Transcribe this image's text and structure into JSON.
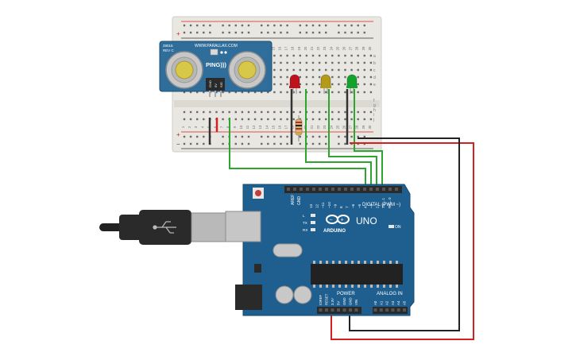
{
  "sensor": {
    "part_number": "28015",
    "revision": "REV C",
    "brand": "WWW.PARALLAX.COM",
    "name": "PING)))",
    "pin_labels": [
      "GND",
      "5V",
      "SIG"
    ]
  },
  "breadboard": {
    "column_numbers": [
      "1",
      "2",
      "3",
      "4",
      "5",
      "6",
      "7",
      "8",
      "9",
      "10",
      "11",
      "12",
      "13",
      "14",
      "15",
      "16",
      "17",
      "18",
      "19",
      "20",
      "21",
      "22",
      "23",
      "24",
      "25",
      "26",
      "27",
      "28",
      "29",
      "30"
    ],
    "row_letters_top": [
      "a",
      "b",
      "c",
      "d",
      "e"
    ],
    "row_letters_bottom": [
      "f",
      "g",
      "h",
      "i",
      "j"
    ],
    "rail_plus": "+",
    "rail_minus": "−"
  },
  "leds": [
    {
      "color_name": "red",
      "hex": "#c0121b"
    },
    {
      "color_name": "yellow",
      "hex": "#b59a1a"
    },
    {
      "color_name": "green",
      "hex": "#14a32a"
    }
  ],
  "arduino": {
    "model": "UNO",
    "brand": "ARDUINO",
    "aref": "AREF",
    "gnd": "GND",
    "digital_header_title": "DIGITAL (PWM ~)",
    "digital_pins": [
      "13",
      "12",
      "~11",
      "~10",
      "~9",
      "8",
      "7",
      "~6",
      "~5",
      "4",
      "~3",
      "2",
      "TX→1",
      "RX←0"
    ],
    "power_title": "POWER",
    "power_pins": [
      "IOREF",
      "RESET",
      "3.3V",
      "5V",
      "GND",
      "GND",
      "VIN"
    ],
    "analog_title": "ANALOG IN",
    "analog_pins": [
      "A0",
      "A1",
      "A2",
      "A3",
      "A4",
      "A5"
    ],
    "led_labels": [
      "L",
      "TX",
      "RX"
    ],
    "on_label": "ON"
  },
  "colors": {
    "board_blue": "#1f5f8f",
    "sensor_blue": "#2f6d9a",
    "wire_green": "#2ea52e",
    "wire_red": "#d42020",
    "wire_black": "#222222",
    "breadboard": "#e8e6e1"
  }
}
